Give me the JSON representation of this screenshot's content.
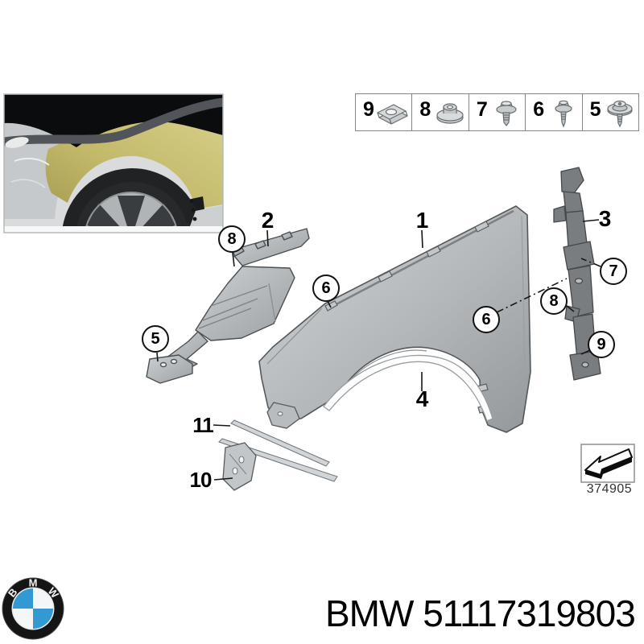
{
  "page": {
    "background": "#ffffff"
  },
  "colors": {
    "accent_yellow": "#c2b96a",
    "bmw_blue": "#3399d3",
    "part_gray": "#b3b7b9"
  },
  "legend": {
    "items": [
      {
        "number": "9",
        "icon": "clip-nut-icon"
      },
      {
        "number": "8",
        "icon": "flange-nut-icon"
      },
      {
        "number": "7",
        "icon": "screw-with-washer-icon"
      },
      {
        "number": "6",
        "icon": "self-tapping-screw-icon"
      },
      {
        "number": "5",
        "icon": "screw-with-large-washer-icon"
      }
    ]
  },
  "diagram": {
    "inset_photo": "bmw-i3-yellow-front-fender-photo",
    "ref_code": "374905",
    "ref_icon": "direction-arrow-icon",
    "part_labels": [
      {
        "number": "1"
      },
      {
        "number": "2"
      },
      {
        "number": "3"
      },
      {
        "number": "4"
      },
      {
        "number": "10"
      },
      {
        "number": "11"
      }
    ],
    "callouts": [
      {
        "number": "8"
      },
      {
        "number": "5"
      },
      {
        "number": "6"
      },
      {
        "number": "6"
      },
      {
        "number": "7"
      },
      {
        "number": "8"
      },
      {
        "number": "9"
      }
    ]
  },
  "footer": {
    "logo": {
      "name": "bmw-roundel-logo",
      "letters": [
        "B",
        "M",
        "W"
      ]
    },
    "part_text": "BMW 51117319803"
  }
}
